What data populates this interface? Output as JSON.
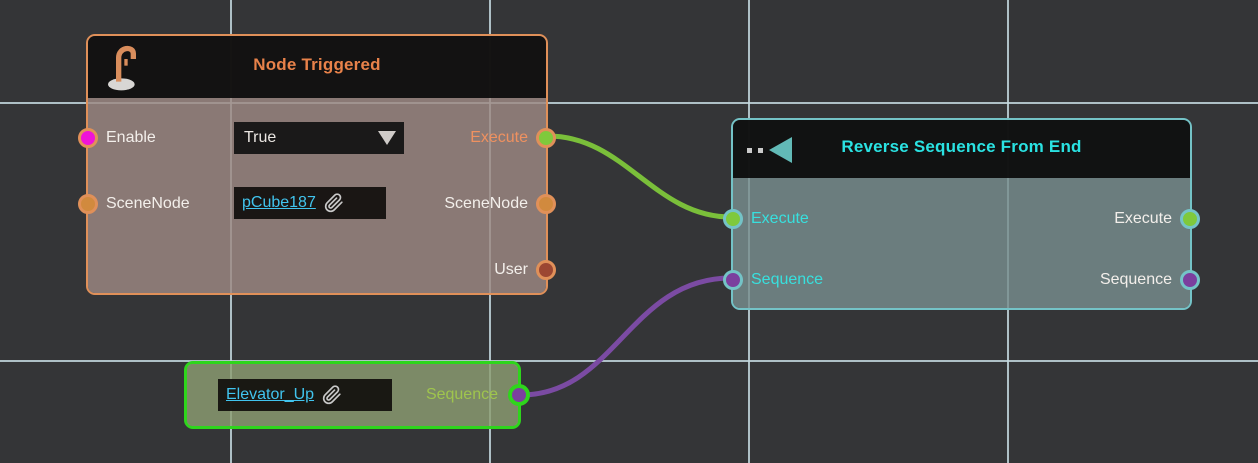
{
  "node_triggered": {
    "title": "Node Triggered",
    "enable_label": "Enable",
    "enable_value": "True",
    "execute_label": "Execute",
    "scenenode_in_label": "SceneNode",
    "scenenode_value": "pCube187",
    "scenenode_out_label": "SceneNode",
    "user_label": "User"
  },
  "reverse_sequence": {
    "title": "Reverse Sequence From End",
    "execute_in_label": "Execute",
    "sequence_in_label": "Sequence",
    "execute_out_label": "Execute",
    "sequence_out_label": "Sequence"
  },
  "sequence_clip": {
    "value": "Elevator_Up",
    "sequence_label": "Sequence"
  },
  "icons": {
    "node_triggered_header": "lever-trigger-icon",
    "reverse_header": "rewind-triangle-icon",
    "value_attachment": "paperclip-icon",
    "dropdown": "dropdown-arrow-icon"
  },
  "colors": {
    "background": "#343537",
    "grid": "#c4d8df",
    "trigger_accent": "#e09059",
    "trigger_title": "#e8824a",
    "reverse_accent": "#74c3c7",
    "reverse_title": "#2ae2e2",
    "selection_green": "#2ed51c",
    "wire_execute": "#7abf3a",
    "wire_sequence": "#7b4ba3",
    "port_execute": "#7fc93c",
    "port_sequence": "#7b3f9e",
    "port_enable": "#ef13d8",
    "port_scenenode": "#d18a3e",
    "port_user": "#9c4732",
    "link_text": "#41c4ee",
    "sequence_label_green": "#9fc54d"
  }
}
